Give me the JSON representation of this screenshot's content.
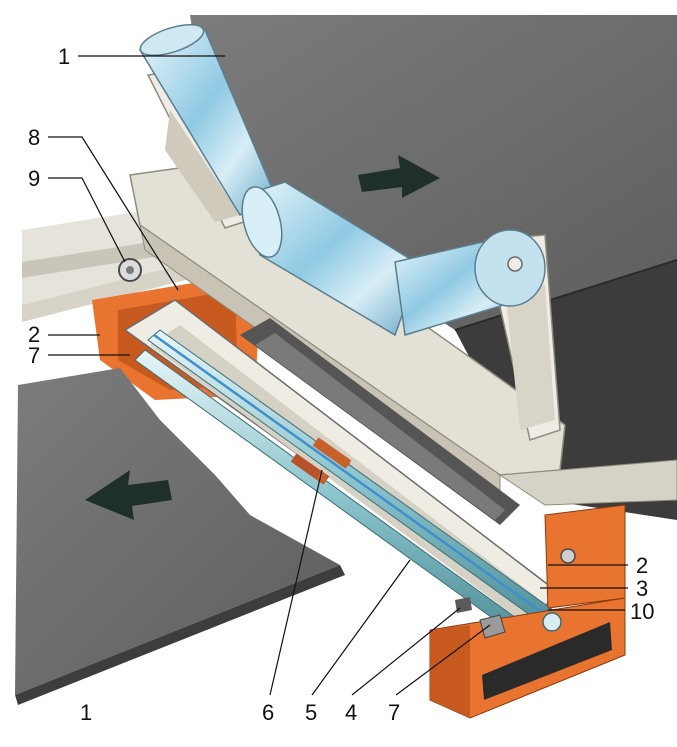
{
  "callouts": {
    "belt_top": "1",
    "belt_bottom": "1",
    "item_2_left": "2",
    "item_2_right": "2",
    "item_3": "3",
    "item_4": "4",
    "item_5": "5",
    "item_6": "6",
    "item_7_left": "7",
    "item_7_bottom": "7",
    "item_8": "8",
    "item_9": "9",
    "item_10": "10"
  },
  "colors": {
    "belt": "#6e6e6e",
    "frame": "#e3e0d6",
    "roller": "#bfe3f2",
    "orange": "#e8742f",
    "dark_slot": "#2a2a2a",
    "arrow": "#1f2f2b",
    "shaft": "#9fd0d6"
  }
}
